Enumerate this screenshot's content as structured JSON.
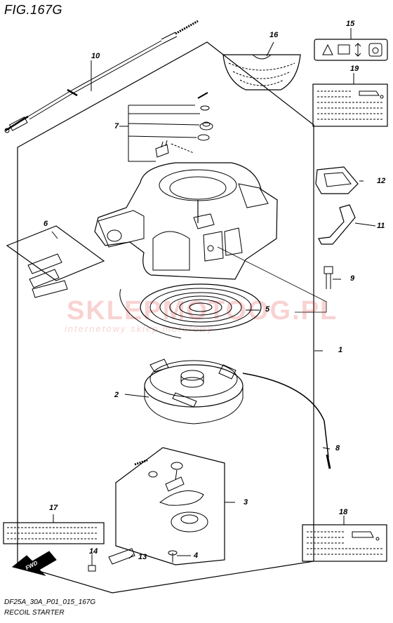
{
  "figure": {
    "title": "FIG.167G",
    "code": "DF25A_30A_P01_015_167G",
    "name": "RECOIL STARTER"
  },
  "watermark": {
    "main": "SKLEPMOTOOG.PL",
    "sub": "internetowy sklep motorowy",
    "color": "#e53935"
  },
  "direction_marker": "FWD",
  "callouts": [
    {
      "id": "1",
      "label": "1"
    },
    {
      "id": "2",
      "label": "2"
    },
    {
      "id": "3",
      "label": "3"
    },
    {
      "id": "4",
      "label": "4"
    },
    {
      "id": "5",
      "label": "5"
    },
    {
      "id": "6",
      "label": "6"
    },
    {
      "id": "7",
      "label": "7"
    },
    {
      "id": "8",
      "label": "8"
    },
    {
      "id": "9",
      "label": "9"
    },
    {
      "id": "10",
      "label": "10"
    },
    {
      "id": "11",
      "label": "11"
    },
    {
      "id": "12",
      "label": "12"
    },
    {
      "id": "13",
      "label": "13"
    },
    {
      "id": "14",
      "label": "14"
    },
    {
      "id": "15",
      "label": "15"
    },
    {
      "id": "16",
      "label": "16"
    },
    {
      "id": "17",
      "label": "17"
    },
    {
      "id": "18",
      "label": "18"
    },
    {
      "id": "19",
      "label": "19"
    }
  ]
}
